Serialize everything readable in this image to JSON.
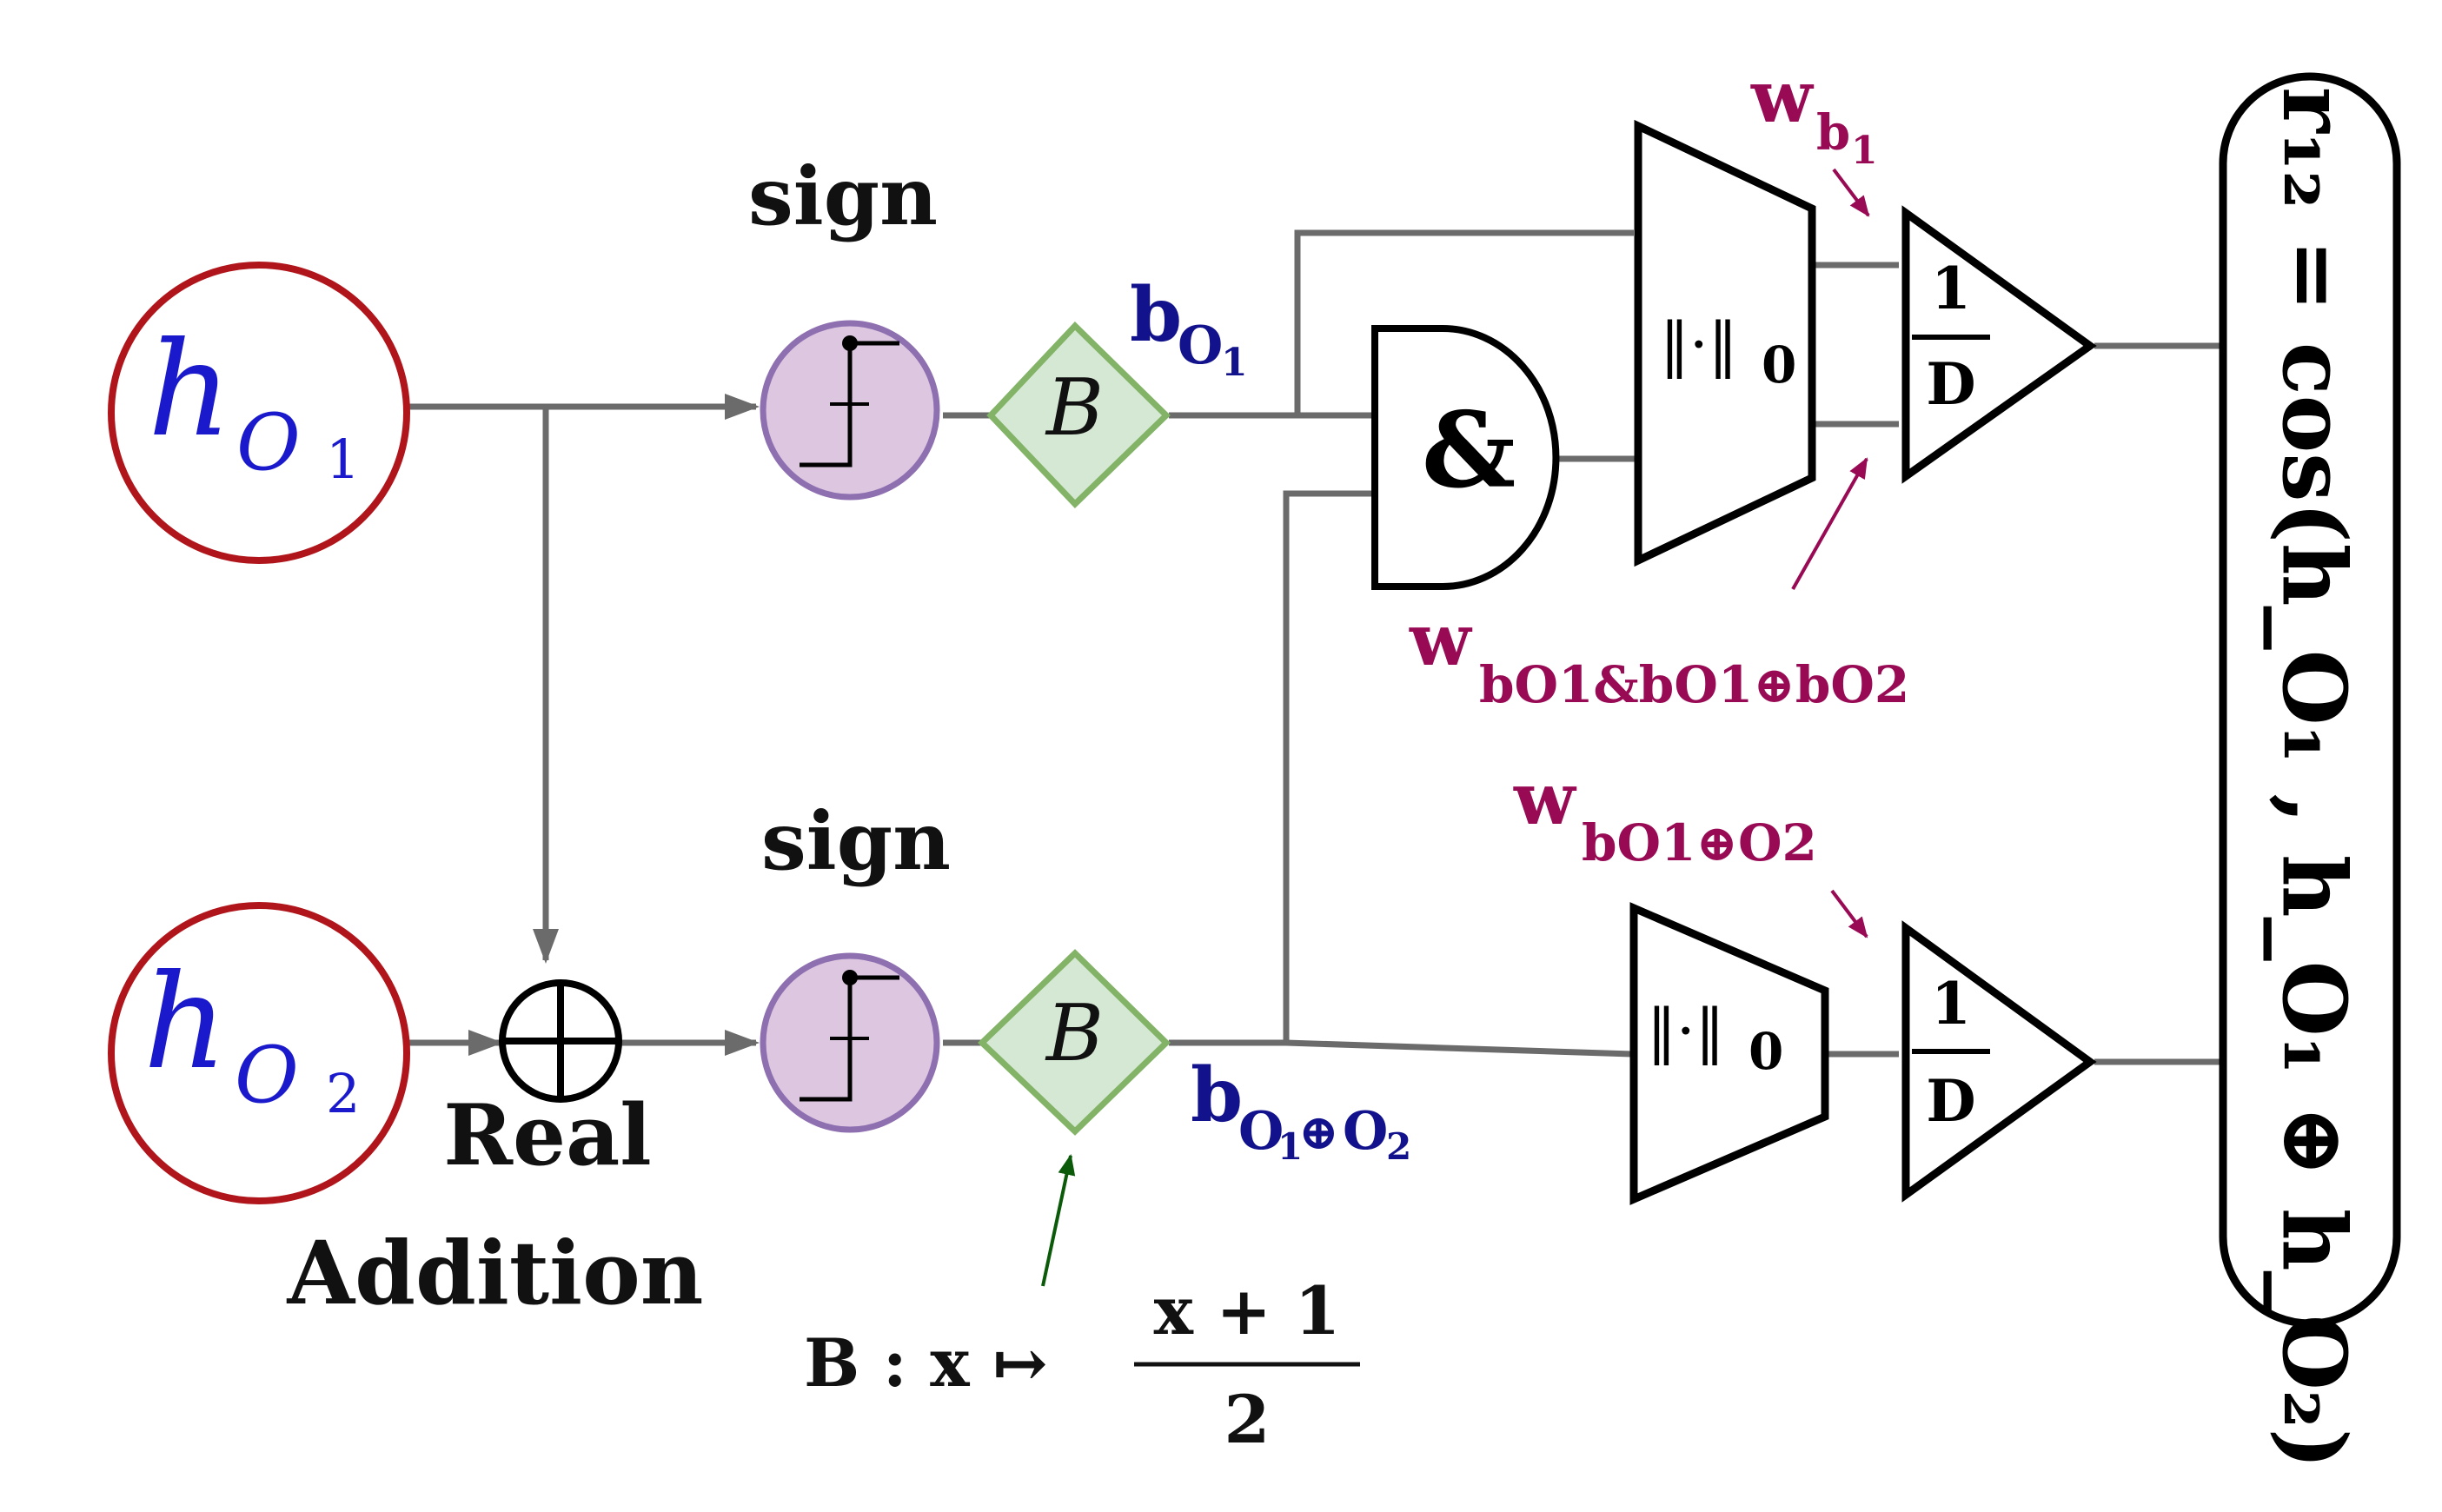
{
  "colors": {
    "input_circle_stroke": "#b0151b",
    "input_text": "#1a1acc",
    "sign_fill": "#dcc6e0",
    "sign_stroke": "#8e6fb0",
    "binarize_fill": "#d5e8d4",
    "binarize_stroke": "#82b366",
    "bit_label": "#12128c",
    "weight_label": "#990a55",
    "wire": "#6b6b6b",
    "annotation_arrow": "#0a5a0a"
  },
  "inputs": {
    "h1": {
      "base": "h",
      "sub": "O",
      "subsub": "1"
    },
    "h2": {
      "base": "h",
      "sub": "O",
      "subsub": "2"
    }
  },
  "labels": {
    "sign_top": "sign",
    "sign_bottom": "sign",
    "real_addition_line1": "Real",
    "real_addition_line2": "Addition",
    "b_top": "B",
    "b_bottom": "B",
    "and_gate": "&",
    "bit_top": {
      "base": "b",
      "sub": "O",
      "subsub": "1"
    },
    "bit_bottom": {
      "base": "b",
      "sub": "O",
      "subsub": "1",
      "op": "⊕",
      "sub2": "O",
      "subsub2": "2"
    },
    "norm0_top": "‖·‖",
    "norm0_top_sub": "0",
    "norm0_bottom": "‖·‖",
    "norm0_bottom_sub": "0",
    "frac_top_num": "1",
    "frac_top_den": "D",
    "frac_bottom_num": "1",
    "frac_bottom_den": "D",
    "weight_b1": {
      "base": "w",
      "sub": "b",
      "subsub": "1"
    },
    "weight_and": "w",
    "weight_and_sub": "bO1&bO1⊕bO2",
    "weight_xor": "w",
    "weight_xor_sub": "bO1⊕O2",
    "b_def_prefix": "B : x ↦",
    "b_def_num": "x + 1",
    "b_def_den": "2",
    "output": "r₁₂ = cos(h_O₁ , h_O₁ ⊕ h_O₂)"
  },
  "icons": {
    "sign": "sign-step-icon",
    "add": "circle-plus-icon",
    "and": "and-gate-icon"
  }
}
